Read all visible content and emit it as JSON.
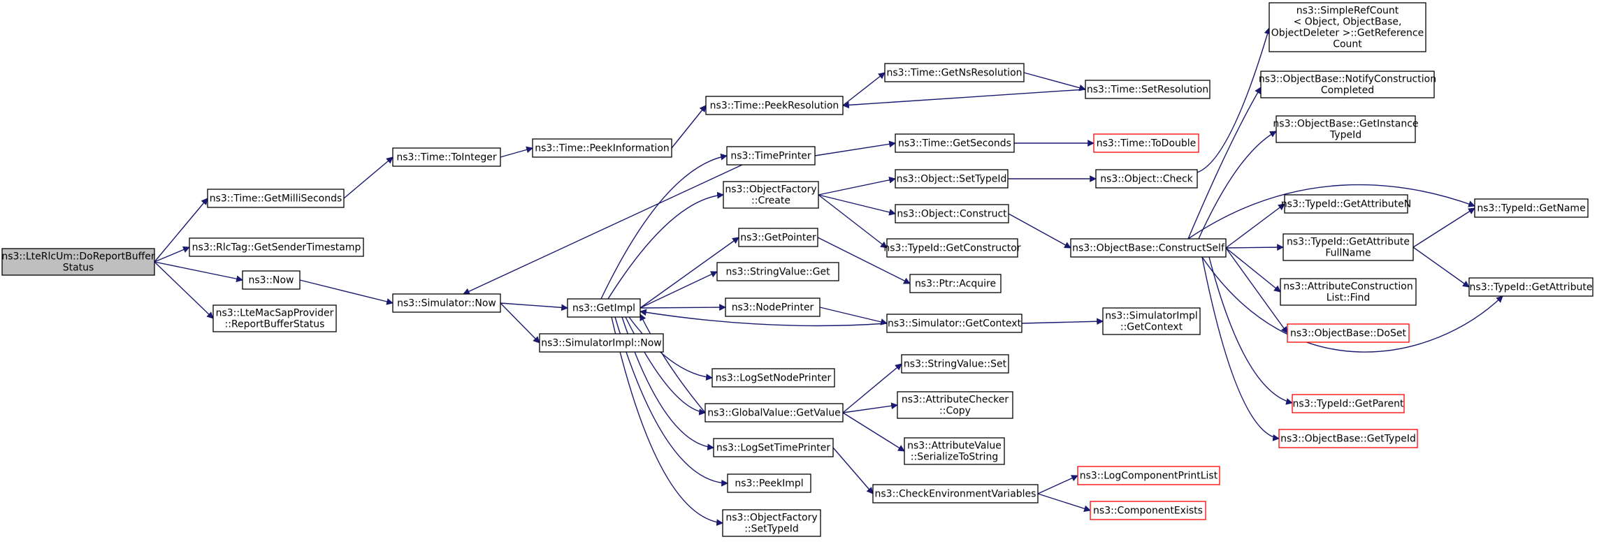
{
  "colors": {
    "edge": "#191970",
    "root_fill": "#bfbfbf",
    "partial_border": "#ff0000"
  },
  "nodes": [
    {
      "id": "root",
      "lines": [
        "ns3::LteRlcUm::DoReportBuffer",
        "Status"
      ],
      "style": "root"
    },
    {
      "id": "getms",
      "lines": [
        "ns3::Time::GetMilliSeconds"
      ]
    },
    {
      "id": "rlctag",
      "lines": [
        "ns3::RlcTag::GetSenderTimestamp"
      ]
    },
    {
      "id": "now",
      "lines": [
        "ns3::Now"
      ]
    },
    {
      "id": "ltemac",
      "lines": [
        "ns3::LteMacSapProvider",
        "::ReportBufferStatus"
      ]
    },
    {
      "id": "tointeger",
      "lines": [
        "ns3::Time::ToInteger"
      ]
    },
    {
      "id": "siminow",
      "lines": [
        "ns3::Simulator::Now"
      ]
    },
    {
      "id": "peekinfo",
      "lines": [
        "ns3::Time::PeekInformation"
      ]
    },
    {
      "id": "peekres",
      "lines": [
        "ns3::Time::PeekResolution"
      ]
    },
    {
      "id": "getnsres",
      "lines": [
        "ns3::Time::GetNsResolution"
      ]
    },
    {
      "id": "setres",
      "lines": [
        "ns3::Time::SetResolution"
      ]
    },
    {
      "id": "getimpl",
      "lines": [
        "ns3::GetImpl"
      ]
    },
    {
      "id": "simimplnow",
      "lines": [
        "ns3::SimulatorImpl::Now"
      ]
    },
    {
      "id": "timeprinter",
      "lines": [
        "ns3::TimePrinter"
      ]
    },
    {
      "id": "objfactcreate",
      "lines": [
        "ns3::ObjectFactory",
        "::Create"
      ]
    },
    {
      "id": "getpointer",
      "lines": [
        "ns3::GetPointer"
      ]
    },
    {
      "id": "strvalget",
      "lines": [
        "ns3::StringValue::Get"
      ]
    },
    {
      "id": "nodeprinter",
      "lines": [
        "ns3::NodePrinter"
      ]
    },
    {
      "id": "logsetnode",
      "lines": [
        "ns3::LogSetNodePrinter"
      ]
    },
    {
      "id": "globalget",
      "lines": [
        "ns3::GlobalValue::GetValue"
      ]
    },
    {
      "id": "logsettime",
      "lines": [
        "ns3::LogSetTimePrinter"
      ]
    },
    {
      "id": "peekimpl",
      "lines": [
        "ns3::PeekImpl"
      ]
    },
    {
      "id": "objfactsettype",
      "lines": [
        "ns3::ObjectFactory",
        "::SetTypeId"
      ]
    },
    {
      "id": "getseconds",
      "lines": [
        "ns3::Time::GetSeconds"
      ]
    },
    {
      "id": "todouble",
      "lines": [
        "ns3::Time::ToDouble"
      ],
      "style": "partial"
    },
    {
      "id": "objsettype",
      "lines": [
        "ns3::Object::SetTypeId"
      ]
    },
    {
      "id": "objconstruct",
      "lines": [
        "ns3::Object::Construct"
      ]
    },
    {
      "id": "typeidgetctor",
      "lines": [
        "ns3::TypeId::GetConstructor"
      ]
    },
    {
      "id": "ptracquire",
      "lines": [
        "ns3::Ptr::Acquire"
      ]
    },
    {
      "id": "simgetctx",
      "lines": [
        "ns3::Simulator::GetContext"
      ]
    },
    {
      "id": "strvalset",
      "lines": [
        "ns3::StringValue::Set"
      ]
    },
    {
      "id": "attrcheckcopy",
      "lines": [
        "ns3::AttributeChecker",
        "::Copy"
      ]
    },
    {
      "id": "attrvalser",
      "lines": [
        "ns3::AttributeValue",
        "::SerializeToString"
      ]
    },
    {
      "id": "checkenv",
      "lines": [
        "ns3::CheckEnvironmentVariables"
      ]
    },
    {
      "id": "objcheck",
      "lines": [
        "ns3::Object::Check"
      ]
    },
    {
      "id": "constructself",
      "lines": [
        "ns3::ObjectBase::ConstructSelf"
      ]
    },
    {
      "id": "simimplctx",
      "lines": [
        "ns3::SimulatorImpl",
        "::GetContext"
      ]
    },
    {
      "id": "logcompprint",
      "lines": [
        "ns3::LogComponentPrintList"
      ],
      "style": "partial"
    },
    {
      "id": "compexists",
      "lines": [
        "ns3::ComponentExists"
      ],
      "style": "partial"
    },
    {
      "id": "simplerefcount",
      "lines": [
        "ns3::SimpleRefCount",
        "< Object, ObjectBase,",
        "ObjectDeleter >::GetReference",
        "Count"
      ]
    },
    {
      "id": "notifyconstr",
      "lines": [
        "ns3::ObjectBase::NotifyConstruction",
        "Completed"
      ]
    },
    {
      "id": "getinstance",
      "lines": [
        "ns3::ObjectBase::GetInstance",
        "TypeId"
      ]
    },
    {
      "id": "getattrn",
      "lines": [
        "ns3::TypeId::GetAttributeN"
      ]
    },
    {
      "id": "getattrfull",
      "lines": [
        "ns3::TypeId::GetAttribute",
        "FullName"
      ]
    },
    {
      "id": "attrconstrfind",
      "lines": [
        "ns3::AttributeConstruction",
        "List::Find"
      ]
    },
    {
      "id": "doset",
      "lines": [
        "ns3::ObjectBase::DoSet"
      ],
      "style": "partial"
    },
    {
      "id": "getparent",
      "lines": [
        "ns3::TypeId::GetParent"
      ],
      "style": "partial"
    },
    {
      "id": "gettypeid",
      "lines": [
        "ns3::ObjectBase::GetTypeId"
      ],
      "style": "partial"
    },
    {
      "id": "getname",
      "lines": [
        "ns3::TypeId::GetName"
      ]
    },
    {
      "id": "getattribute",
      "lines": [
        "ns3::TypeId::GetAttribute"
      ]
    }
  ]
}
